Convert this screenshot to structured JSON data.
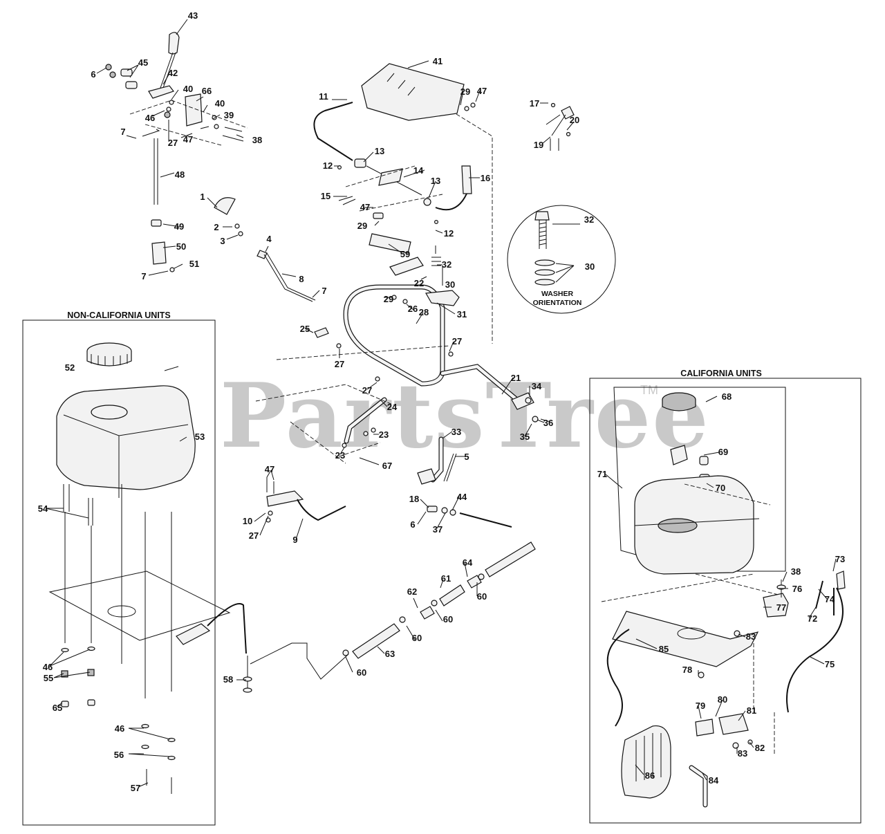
{
  "watermark": {
    "text": "PartsTree",
    "trademark": "TM"
  },
  "boxes": {
    "non_california": {
      "title": "NON-CALIFORNIA UNITS"
    },
    "california": {
      "title": "CALIFORNIA UNITS"
    }
  },
  "detail": {
    "line1": "WASHER",
    "line2": "ORIENTATION"
  },
  "callouts": [
    {
      "id": "43",
      "text": "43"
    },
    {
      "id": "42",
      "text": "42"
    },
    {
      "id": "45",
      "text": "45"
    },
    {
      "id": "6a",
      "text": "6"
    },
    {
      "id": "40a",
      "text": "40"
    },
    {
      "id": "66",
      "text": "66"
    },
    {
      "id": "40b",
      "text": "40"
    },
    {
      "id": "39",
      "text": "39"
    },
    {
      "id": "46a",
      "text": "46"
    },
    {
      "id": "27a",
      "text": "27"
    },
    {
      "id": "47a",
      "text": "47"
    },
    {
      "id": "38a",
      "text": "38"
    },
    {
      "id": "7a",
      "text": "7"
    },
    {
      "id": "48",
      "text": "48"
    },
    {
      "id": "1",
      "text": "1"
    },
    {
      "id": "2",
      "text": "2"
    },
    {
      "id": "3",
      "text": "3"
    },
    {
      "id": "4",
      "text": "4"
    },
    {
      "id": "49",
      "text": "49"
    },
    {
      "id": "50",
      "text": "50"
    },
    {
      "id": "51",
      "text": "51"
    },
    {
      "id": "7b",
      "text": "7"
    },
    {
      "id": "8",
      "text": "8"
    },
    {
      "id": "7c",
      "text": "7"
    },
    {
      "id": "41",
      "text": "41"
    },
    {
      "id": "11",
      "text": "11"
    },
    {
      "id": "29a",
      "text": "29"
    },
    {
      "id": "47b",
      "text": "47"
    },
    {
      "id": "13a",
      "text": "13"
    },
    {
      "id": "12a",
      "text": "12"
    },
    {
      "id": "14",
      "text": "14"
    },
    {
      "id": "16",
      "text": "16"
    },
    {
      "id": "13b",
      "text": "13"
    },
    {
      "id": "15",
      "text": "15"
    },
    {
      "id": "47c",
      "text": "47"
    },
    {
      "id": "29b",
      "text": "29"
    },
    {
      "id": "12b",
      "text": "12"
    },
    {
      "id": "59",
      "text": "59"
    },
    {
      "id": "32a",
      "text": "32"
    },
    {
      "id": "22",
      "text": "22"
    },
    {
      "id": "30a",
      "text": "30"
    },
    {
      "id": "29c",
      "text": "29"
    },
    {
      "id": "26",
      "text": "26"
    },
    {
      "id": "28",
      "text": "28"
    },
    {
      "id": "31",
      "text": "31"
    },
    {
      "id": "25",
      "text": "25"
    },
    {
      "id": "27b",
      "text": "27"
    },
    {
      "id": "27c",
      "text": "27"
    },
    {
      "id": "21",
      "text": "21"
    },
    {
      "id": "34",
      "text": "34"
    },
    {
      "id": "27d",
      "text": "27"
    },
    {
      "id": "24",
      "text": "24"
    },
    {
      "id": "36",
      "text": "36"
    },
    {
      "id": "35",
      "text": "35"
    },
    {
      "id": "23a",
      "text": "23"
    },
    {
      "id": "23b",
      "text": "23"
    },
    {
      "id": "33",
      "text": "33"
    },
    {
      "id": "67",
      "text": "67"
    },
    {
      "id": "5",
      "text": "5"
    },
    {
      "id": "18",
      "text": "18"
    },
    {
      "id": "44",
      "text": "44"
    },
    {
      "id": "6b",
      "text": "6"
    },
    {
      "id": "37",
      "text": "37"
    },
    {
      "id": "47d",
      "text": "47"
    },
    {
      "id": "10",
      "text": "10"
    },
    {
      "id": "27e",
      "text": "27"
    },
    {
      "id": "9",
      "text": "9"
    },
    {
      "id": "17",
      "text": "17"
    },
    {
      "id": "20",
      "text": "20"
    },
    {
      "id": "19",
      "text": "19"
    },
    {
      "id": "32b",
      "text": "32"
    },
    {
      "id": "30b",
      "text": "30"
    },
    {
      "id": "52",
      "text": "52"
    },
    {
      "id": "53",
      "text": "53"
    },
    {
      "id": "54",
      "text": "54"
    },
    {
      "id": "46b",
      "text": "46"
    },
    {
      "id": "55",
      "text": "55"
    },
    {
      "id": "65",
      "text": "65"
    },
    {
      "id": "46c",
      "text": "46"
    },
    {
      "id": "56",
      "text": "56"
    },
    {
      "id": "57",
      "text": "57"
    },
    {
      "id": "58",
      "text": "58"
    },
    {
      "id": "60a",
      "text": "60"
    },
    {
      "id": "63",
      "text": "63"
    },
    {
      "id": "60b",
      "text": "60"
    },
    {
      "id": "62",
      "text": "62"
    },
    {
      "id": "60c",
      "text": "60"
    },
    {
      "id": "61",
      "text": "61"
    },
    {
      "id": "64",
      "text": "64"
    },
    {
      "id": "60d",
      "text": "60"
    },
    {
      "id": "68",
      "text": "68"
    },
    {
      "id": "69",
      "text": "69"
    },
    {
      "id": "71",
      "text": "71"
    },
    {
      "id": "70",
      "text": "70"
    },
    {
      "id": "73",
      "text": "73"
    },
    {
      "id": "38b",
      "text": "38"
    },
    {
      "id": "76",
      "text": "76"
    },
    {
      "id": "74",
      "text": "74"
    },
    {
      "id": "72",
      "text": "72"
    },
    {
      "id": "77",
      "text": "77"
    },
    {
      "id": "83a",
      "text": "83"
    },
    {
      "id": "85",
      "text": "85"
    },
    {
      "id": "75",
      "text": "75"
    },
    {
      "id": "78",
      "text": "78"
    },
    {
      "id": "80",
      "text": "80"
    },
    {
      "id": "79",
      "text": "79"
    },
    {
      "id": "81",
      "text": "81"
    },
    {
      "id": "82",
      "text": "82"
    },
    {
      "id": "83b",
      "text": "83"
    },
    {
      "id": "86",
      "text": "86"
    },
    {
      "id": "84",
      "text": "84"
    }
  ]
}
